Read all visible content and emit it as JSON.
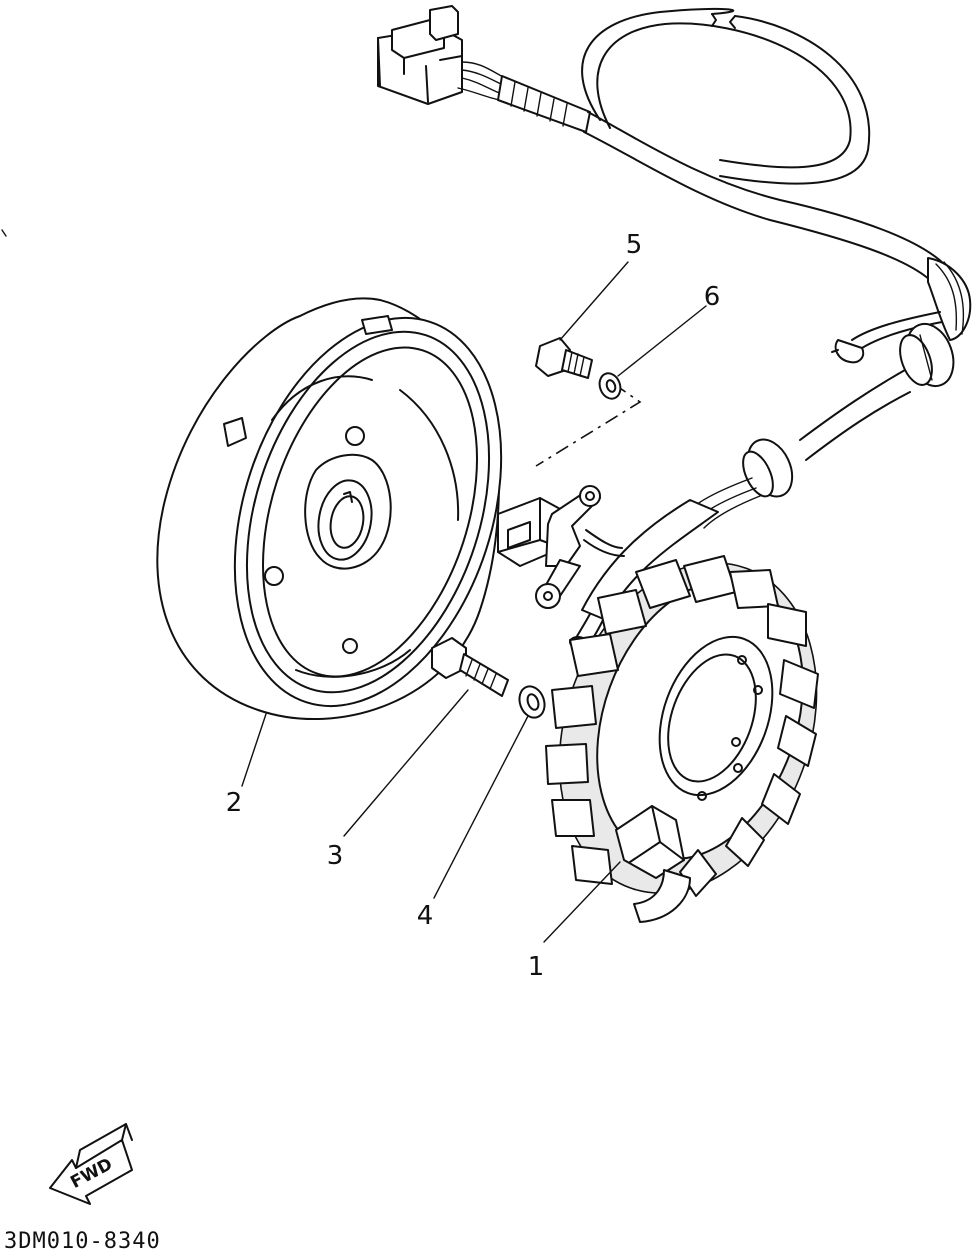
{
  "callouts": [
    {
      "id": "1",
      "label": "1"
    },
    {
      "id": "2",
      "label": "2"
    },
    {
      "id": "3",
      "label": "3"
    },
    {
      "id": "4",
      "label": "4"
    },
    {
      "id": "5",
      "label": "5"
    },
    {
      "id": "6",
      "label": "6"
    }
  ],
  "direction_badge": "FWD",
  "drawing_code": "3DM010-8340",
  "icons": [
    "fwd-arrow-icon"
  ]
}
